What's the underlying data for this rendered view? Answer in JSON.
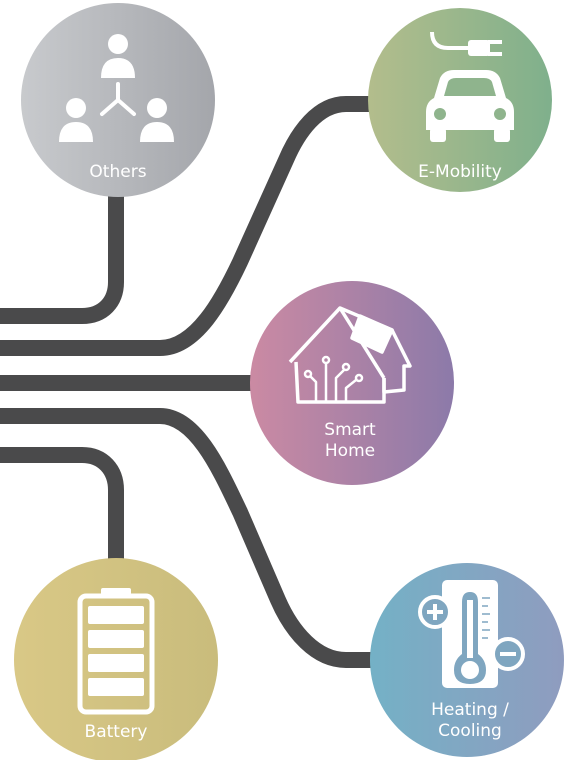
{
  "nodes": {
    "others": {
      "label": "Others",
      "icon": "people-network-icon",
      "color": "#b3b5ba"
    },
    "emobility": {
      "label": "E-Mobility",
      "icon": "car-plug-icon",
      "color": "#93b58d"
    },
    "smarthome": {
      "label_line1": "Smart",
      "label_line2": "Home",
      "icon": "smart-house-icon",
      "color": "#b2809f"
    },
    "battery": {
      "label": "Battery",
      "icon": "battery-icon",
      "color": "#d2c282"
    },
    "heating": {
      "label_line1": "Heating /",
      "label_line2": "Cooling",
      "icon": "thermometer-icon",
      "color": "#7fa6c0"
    }
  },
  "connector_color": "#4a4a4b"
}
